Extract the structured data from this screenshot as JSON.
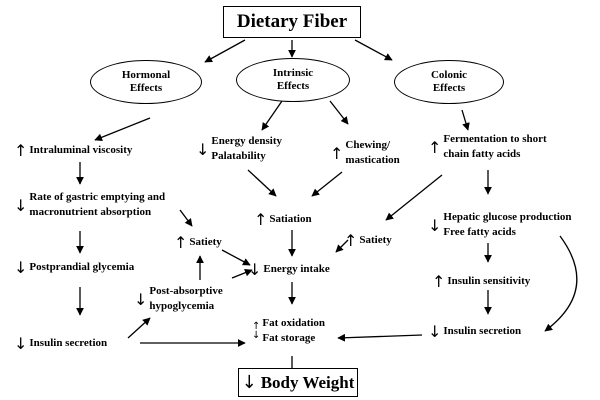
{
  "title": "Dietary Fiber",
  "categories": {
    "hormonal": "Hormonal\nEffects",
    "intrinsic": "Intrinsic\nEffects",
    "colonic": "Colonic\nEffects"
  },
  "nodes": {
    "intraluminal_viscosity": {
      "arrow": "↑",
      "text": "Intraluminal viscosity"
    },
    "gastric_emptying": {
      "arrow": "↓",
      "text": "Rate of gastric emptying and\nmacronutrient absorption"
    },
    "postprandial_glycemia": {
      "arrow": "↓",
      "text": "Postprandial glycemia"
    },
    "insulin_secretion_left": {
      "arrow": "↓",
      "text": "Insulin secretion"
    },
    "satiety_left": {
      "arrow": "↑",
      "text": "Satiety"
    },
    "post_absorptive": {
      "arrow": "↓",
      "text": "Post-absorptive\nhypoglycemia"
    },
    "energy_density": {
      "arrow": "↓",
      "text": "Energy density\nPalatability"
    },
    "chewing": {
      "arrow": "↑",
      "text": "Chewing/\nmastication"
    },
    "satiation": {
      "arrow": "↑",
      "text": "Satiation"
    },
    "energy_intake": {
      "arrow": "↓",
      "text": "Energy intake"
    },
    "fat_oxidation": {
      "arrow_stack": [
        "↑",
        "↓"
      ],
      "text": "Fat oxidation\nFat storage"
    },
    "satiety_right": {
      "arrow": "↑",
      "text": "Satiety"
    },
    "fermentation": {
      "arrow": "↑",
      "text": "Fermentation to short\nchain fatty acids"
    },
    "hepatic_glucose": {
      "arrow": "↓",
      "text": "Hepatic glucose production\nFree fatty acids"
    },
    "insulin_sensitivity": {
      "arrow": "↑",
      "text": "Insulin sensitivity"
    },
    "insulin_secretion_right": {
      "arrow": "↓",
      "text": "Insulin secretion"
    }
  },
  "outcome": {
    "arrow": "↓",
    "text": "Body Weight"
  },
  "colors": {
    "ink": "#000000",
    "background": "#ffffff"
  }
}
